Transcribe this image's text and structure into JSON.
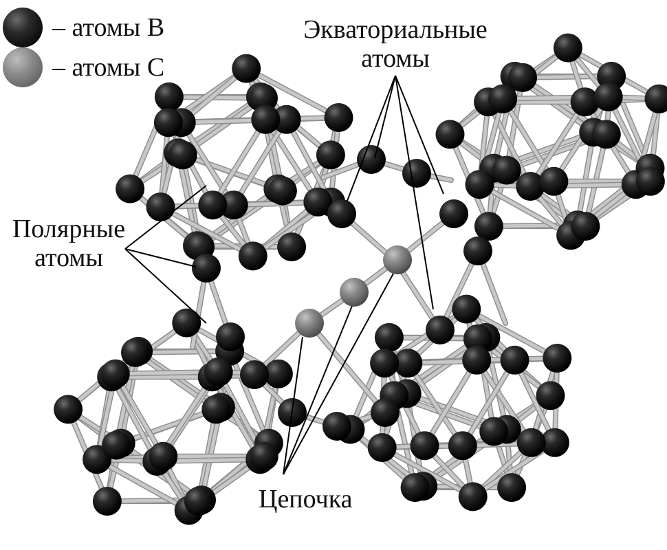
{
  "legend": [
    {
      "symbol": "atom-b",
      "text": "– атомы В",
      "color": "#1a1a1a"
    },
    {
      "symbol": "atom-c",
      "text": "– атомы С",
      "color": "#7a7a7a"
    }
  ],
  "labels": {
    "equatorial_line1": "Экваториальные",
    "equatorial_line2": "атомы",
    "polar_line1": "Полярные",
    "polar_line2": "атомы",
    "chain": "Цепочка"
  },
  "colors": {
    "boron": "#1a1a1a",
    "carbon": "#7a7a7a",
    "bond": "#c8c8c8",
    "leader": "#000000"
  }
}
